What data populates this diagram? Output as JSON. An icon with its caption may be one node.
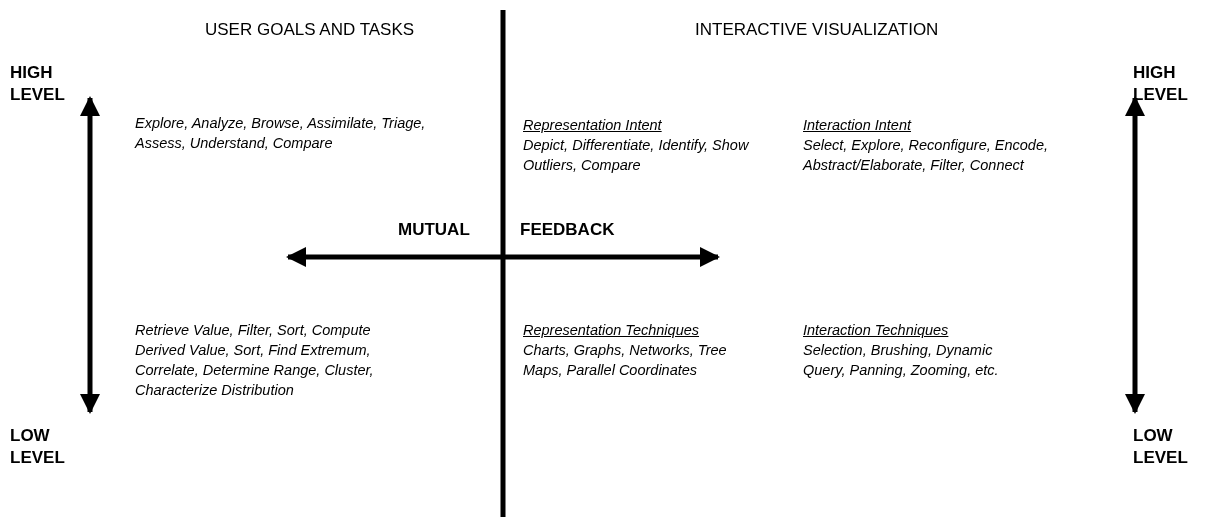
{
  "diagram": {
    "labels": [
      "USER GOALS AND TASKS",
      "INTERACTIVE VISUALIZATION",
      "HIGH LEVEL",
      "HIGH LEVEL",
      "Explore, Analyze, Browse, Assimilate, Triage, Assess, Understand, Compare",
      "Representation Intent",
      "Depict, Differentiate, Identify, Show Outliers, Compare",
      "Interaction Intent",
      "Select, Explore, Reconfigure, Encode, Abstract/Elaborate, Filter, Connect",
      "MUTUAL",
      "FEEDBACK",
      "Retrieve Value, Filter, Sort, Compute Derived Value, Sort, Find Extremum, Correlate, Determine Range, Cluster, Characterize Distribution",
      "Representation Techniques",
      "Charts, Graphs, Networks, Tree Maps, Parallel Coordinates",
      "Interaction Techniques",
      "Selection, Brushing, Dynamic Query, Panning, Zooming, etc.",
      "LOW LEVEL",
      "LOW LEVEL"
    ]
  }
}
